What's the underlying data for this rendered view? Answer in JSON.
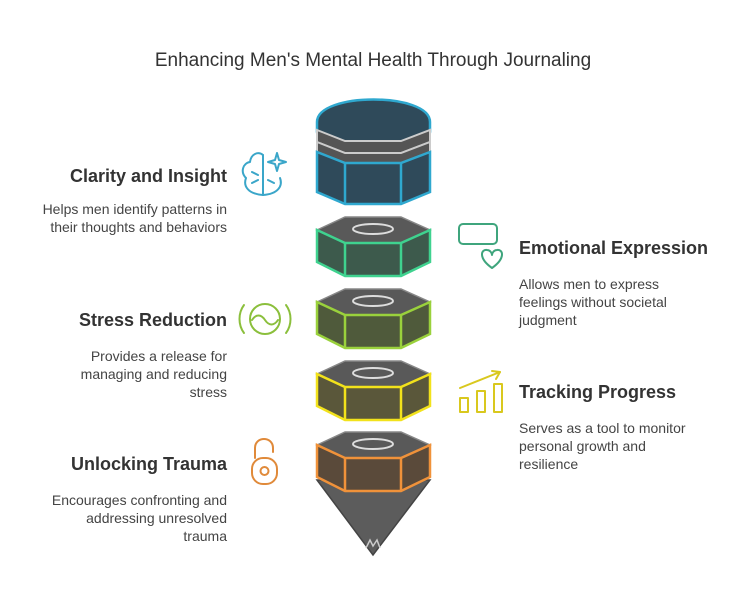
{
  "title": "Enhancing Men's Mental Health Through Journaling",
  "items": [
    {
      "heading": "Clarity and Insight",
      "desc_lines": [
        "Helps men identify patterns in",
        "their thoughts and behaviors"
      ],
      "icon": "brain-sparkle-icon",
      "color": "#3aa6c9"
    },
    {
      "heading": "Emotional Expression",
      "desc_lines": [
        "Allows men to express",
        "feelings without societal",
        "judgment"
      ],
      "icon": "speech-heart-icon",
      "color": "#3fa57d"
    },
    {
      "heading": "Stress Reduction",
      "desc_lines": [
        "Provides a release for",
        "managing and reducing",
        "stress"
      ],
      "icon": "calm-face-icon",
      "color": "#8bbf3c"
    },
    {
      "heading": "Tracking Progress",
      "desc_lines": [
        "Serves as a tool to monitor",
        "personal growth and",
        "resilience"
      ],
      "icon": "growth-chart-icon",
      "color": "#d9c81e"
    },
    {
      "heading": "Unlocking Trauma",
      "desc_lines": [
        "Encourages confronting and",
        "addressing unresolved",
        "trauma"
      ],
      "icon": "unlocked-padlock-icon",
      "color": "#e08a3a"
    }
  ],
  "colors": {
    "cylinder_body": "#2f4a5a",
    "cylinder_edge": "#2fa8cf",
    "block_top": "#595959",
    "green_block": "#3d5a4c",
    "lime_block": "#4f5a3b",
    "yellow_block": "#5a573a",
    "orange_block": "#5a4a3a",
    "point": "#5c5c5c"
  }
}
